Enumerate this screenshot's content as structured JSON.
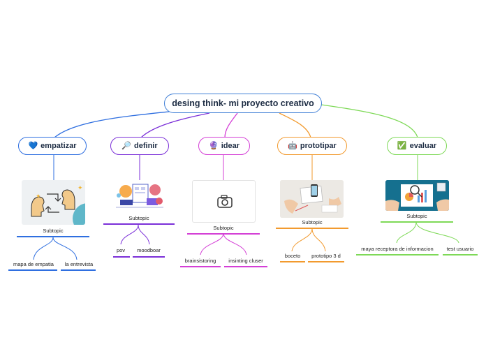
{
  "root": {
    "label": "desing think- mi proyecto creativo"
  },
  "colors": {
    "empatizar": "#2f6fe0",
    "definir": "#7b2fd8",
    "idear": "#d43fd6",
    "prototipar": "#f29a2e",
    "evaluar": "#7ed957"
  },
  "topics": {
    "empatizar": {
      "icon": "heart-icon",
      "icon_glyph": "💙",
      "label": "empatizar",
      "subtopic": "Subtopic",
      "leaves": [
        "mapa de empatia",
        "la entrevista"
      ]
    },
    "definir": {
      "icon": "magnifier-icon",
      "icon_glyph": "🔎",
      "label": "definir",
      "subtopic": "Subtopic",
      "leaves": [
        "pov",
        "moodboar"
      ]
    },
    "idear": {
      "icon": "crystal-ball-icon",
      "icon_glyph": "🔮",
      "label": "idear",
      "subtopic": "Subtopic",
      "leaves": [
        "brainsistoring",
        "insinting cluser"
      ]
    },
    "prototipar": {
      "icon": "robot-icon",
      "icon_glyph": "🤖",
      "label": "prototipar",
      "subtopic": "Subtopic",
      "leaves": [
        "boceto",
        "prototipo 3 d"
      ]
    },
    "evaluar": {
      "icon": "check-box-icon",
      "icon_glyph": "✅",
      "label": "evaluar",
      "subtopic": "Subtopic",
      "leaves": [
        "maya receptora de informacion",
        "test usuario"
      ]
    }
  }
}
